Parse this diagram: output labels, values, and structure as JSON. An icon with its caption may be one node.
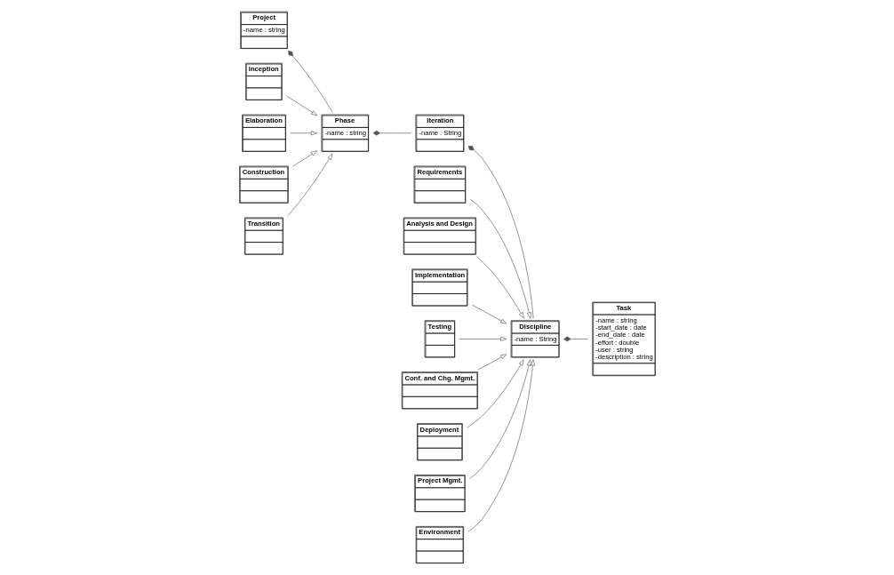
{
  "diagram": {
    "nodes": [
      {
        "text": [
          "Project",
          "-name : string"
        ]
      },
      {
        "text": [
          "Inception"
        ]
      },
      {
        "text": [
          "Elaboration"
        ]
      },
      {
        "text": [
          "Construction"
        ]
      },
      {
        "text": [
          "Transition"
        ]
      },
      {
        "text": [
          "Phase",
          "-name : string"
        ]
      },
      {
        "text": [
          "Iteration",
          "-name : String"
        ]
      },
      {
        "text": [
          "Discipline",
          "-name : String"
        ]
      },
      {
        "text": [
          "Task",
          "-name : string",
          "-start_date : date",
          "-end_date : date",
          "-effort : double",
          "-user : string",
          "-description : string"
        ]
      },
      {
        "text": [
          "Requirements"
        ]
      },
      {
        "text": [
          "Analysis and Design"
        ]
      },
      {
        "text": [
          "Implementation"
        ]
      },
      {
        "text": [
          "Testing"
        ]
      },
      {
        "text": [
          "Conf. and Chg. Mgmt."
        ]
      },
      {
        "text": [
          "Deployment"
        ]
      },
      {
        "text": [
          "Project Mgmt."
        ]
      },
      {
        "text": [
          "Environment"
        ]
      }
    ],
    "edges": [
      {
        "from": 0,
        "to": 5,
        "arrow": "other"
      },
      {
        "from": 1,
        "to": 5,
        "arrow": "to"
      },
      {
        "from": 2,
        "to": 5,
        "arrow": "to"
      },
      {
        "from": 3,
        "to": 5,
        "arrow": "to"
      },
      {
        "from": 4,
        "to": 5,
        "arrow": "to"
      },
      {
        "from": 5,
        "to": 6,
        "arrow": "other"
      },
      {
        "from": 6,
        "to": 7,
        "arrow": "other"
      },
      {
        "from": 7,
        "to": 8,
        "arrow": "other"
      },
      {
        "from": 9,
        "to": 7,
        "arrow": "to"
      },
      {
        "from": 10,
        "to": 7,
        "arrow": "to"
      },
      {
        "from": 11,
        "to": 7,
        "arrow": "to"
      },
      {
        "from": 12,
        "to": 7,
        "arrow": "to"
      },
      {
        "from": 13,
        "to": 7,
        "arrow": "to"
      },
      {
        "from": 14,
        "to": 7,
        "arrow": "to"
      },
      {
        "from": 15,
        "to": 7,
        "arrow": "to"
      },
      {
        "from": 16,
        "to": 7,
        "arrow": "to"
      }
    ]
  }
}
